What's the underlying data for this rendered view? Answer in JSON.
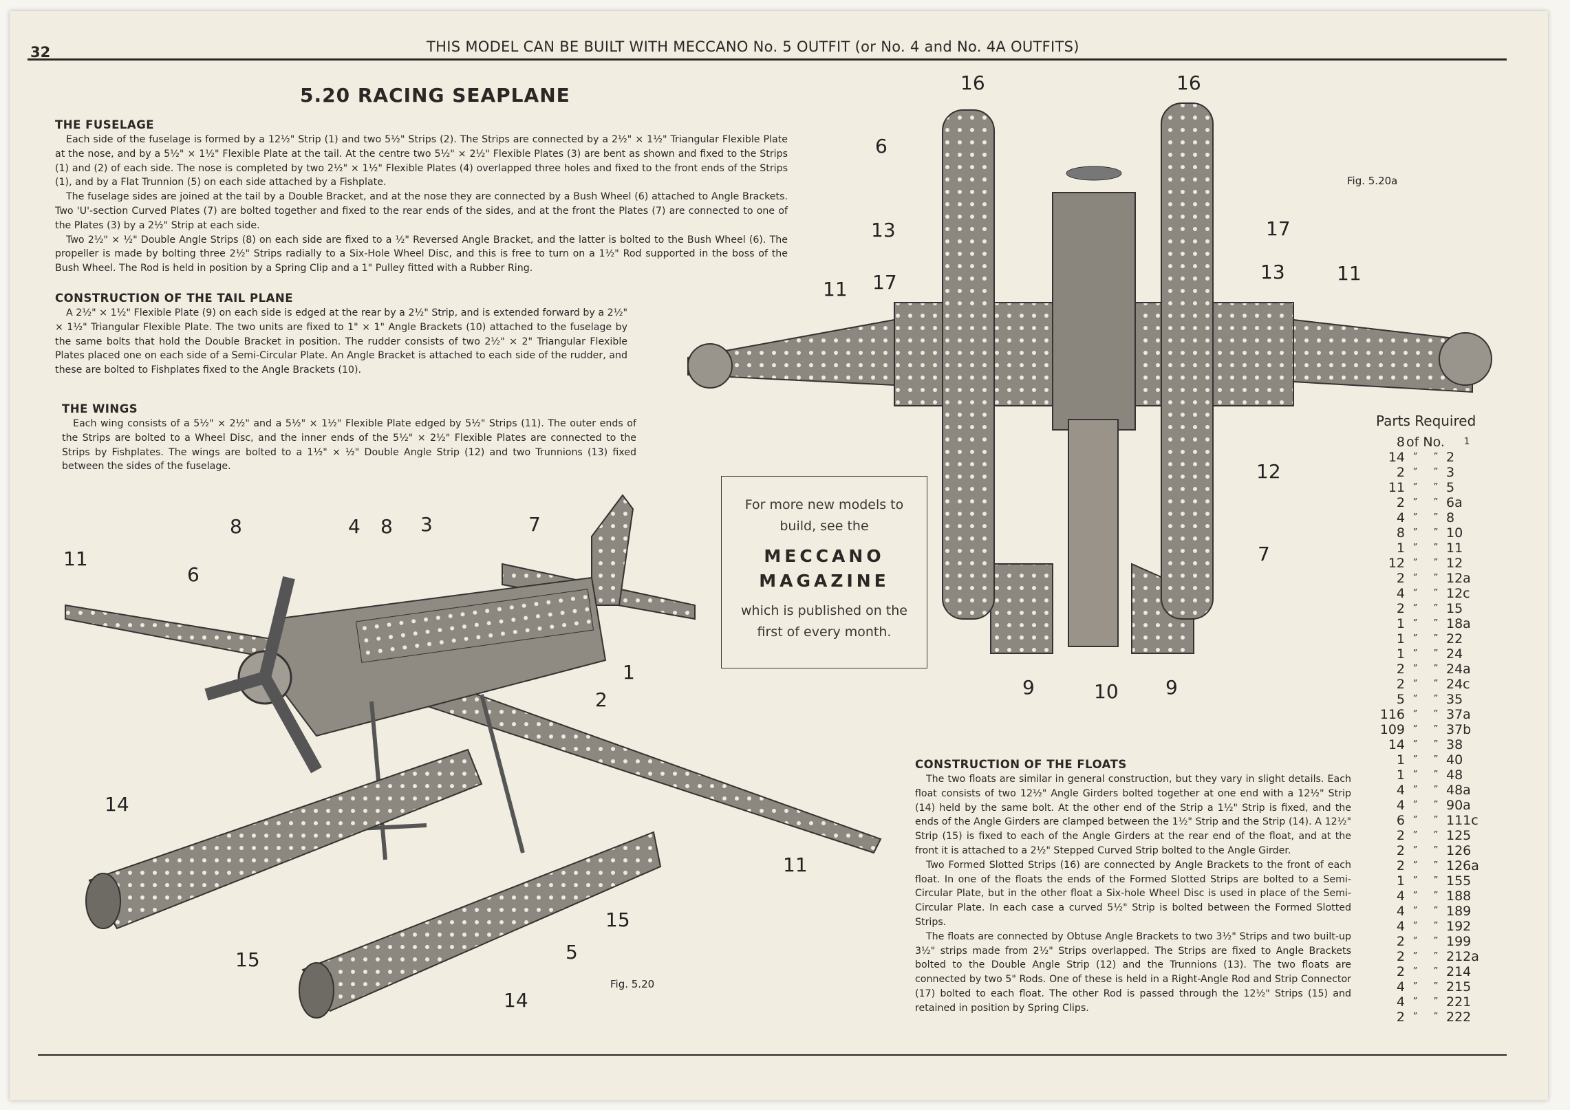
{
  "page_number": "32",
  "header": "THIS MODEL CAN BE BUILT WITH MECCANO No. 5 OUTFIT (or No. 4 and No. 4A OUTFITS)",
  "title": "5.20  RACING SEAPLANE",
  "sections": {
    "fuselage": {
      "heading": "THE FUSELAGE",
      "paragraphs": [
        "Each side of the fuselage is formed by a 12½\" Strip (1) and two 5½\" Strips (2). The Strips are connected by a 2½\" × 1½\" Triangular Flexible Plate at the nose, and by a 5½\" × 1½\" Flexible Plate at the tail. At the centre two 5½\" × 2½\" Flexible Plates (3) are bent as shown and fixed to the Strips (1) and (2) of each side. The nose is completed by two 2½\" × 1½\" Flexible Plates (4) overlapped three holes and fixed to the front ends of the Strips (1), and by a Flat Trunnion (5) on each side attached by a Fishplate.",
        "The fuselage sides are joined at the tail by a Double Bracket, and at the nose they are connected by a Bush Wheel (6) attached to Angle Brackets. Two 'U'-section Curved Plates (7) are bolted together and fixed to the rear ends of the sides, and at the front the Plates (7) are connected to one of the Plates (3) by a 2½\" Strip at each side.",
        "Two 2½\" × ½\" Double Angle Strips (8) on each side are fixed to a ½\" Reversed Angle Bracket, and the latter is bolted to the Bush Wheel (6). The propeller is made by bolting three 2½\" Strips radially to a Six-Hole Wheel Disc, and this is free to turn on a 1½\" Rod supported in the boss of the Bush Wheel. The Rod is held in position by a Spring Clip and a 1\" Pulley fitted with a Rubber Ring."
      ]
    },
    "tail": {
      "heading": "CONSTRUCTION OF THE TAIL PLANE",
      "paragraphs": [
        "A 2½\" × 1½\" Flexible Plate (9) on each side is edged at the rear by a 2½\" Strip, and is extended forward by a 2½\" × 1½\" Triangular Flexible Plate. The two units are fixed to 1\" × 1\" Angle Brackets (10) attached to the fuselage by the same bolts that hold the Double Bracket in position. The rudder consists of two 2½\" × 2\" Triangular Flexible Plates placed one on each side of a Semi-Circular Plate. An Angle Bracket is attached to each side of the rudder, and these are bolted to Fishplates fixed to the Angle Brackets (10)."
      ]
    },
    "wings": {
      "heading": "THE WINGS",
      "paragraphs": [
        "Each wing consists of a 5½\" × 2½\" and a 5½\" × 1½\" Flexible Plate edged by 5½\" Strips (11). The outer ends of the Strips are bolted to a Wheel Disc, and the inner ends of the 5½\" × 2½\" Flexible Plates are connected to the Strips by Fishplates. The wings are bolted to a 1½\" × ½\" Double Angle Strip (12) and two Trunnions (13) fixed between the sides of the fuselage."
      ]
    },
    "floats": {
      "heading": "CONSTRUCTION OF THE FLOATS",
      "paragraphs": [
        "The two floats are similar in general construction, but they vary in slight details. Each float consists of two 12½\" Angle Girders bolted together at one end with a 12½\" Strip (14) held by the same bolt. At the other end of the Strip a 1½\" Strip is fixed, and the ends of the Angle Girders are clamped between the 1½\" Strip and the Strip (14). A 12½\" Strip (15) is fixed to each of the Angle Girders at the rear end of the float, and at the front it is attached to a 2½\" Stepped Curved Strip bolted to the Angle Girder.",
        "Two Formed Slotted Strips (16) are connected by Angle Brackets to the front of each float. In one of the floats the ends of the Formed Slotted Strips are bolted to a Semi-Circular Plate, but in the other float a Six-hole Wheel Disc is used in place of the Semi-Circular Plate. In each case a curved 5½\" Strip is bolted between the Formed Slotted Strips.",
        "The floats are connected by Obtuse Angle Brackets to two 3½\" Strips and two built-up 3½\" strips made from 2½\" Strips overlapped. The Strips are fixed to Angle Brackets bolted to the Double Angle Strip (12) and the Trunnions (13). The two floats are connected by two 5\" Rods. One of these is held in a Right-Angle Rod and Strip Connector (17) bolted to each float. The other Rod is passed through the 12½\" Strips (15) and retained in position by Spring Clips."
      ]
    }
  },
  "promo_box": {
    "line1": "For more new models to",
    "line2": "build, see the",
    "mag1": "MECCANO",
    "mag2": "MAGAZINE",
    "line3": "which is published on the",
    "line4": "first of every month."
  },
  "figures": {
    "perspective": {
      "caption": "Fig. 5.20",
      "labels": [
        "11",
        "6",
        "8",
        "4",
        "8",
        "3",
        "7",
        "1",
        "2",
        "14",
        "11",
        "15",
        "15",
        "5",
        "14"
      ]
    },
    "top_view": {
      "caption": "Fig. 5.20a",
      "labels": [
        "16",
        "16",
        "6",
        "13",
        "17",
        "11",
        "17",
        "13",
        "11",
        "12",
        "7",
        "9",
        "10",
        "9"
      ]
    }
  },
  "parts": {
    "heading": "Parts Required",
    "ditto": "”",
    "first_of": "of No.",
    "rows": [
      [
        "8",
        "1"
      ],
      [
        "14",
        "2"
      ],
      [
        "2",
        "3"
      ],
      [
        "11",
        "5"
      ],
      [
        "2",
        "6a"
      ],
      [
        "4",
        "8"
      ],
      [
        "8",
        "10"
      ],
      [
        "1",
        "11"
      ],
      [
        "12",
        "12"
      ],
      [
        "2",
        "12a"
      ],
      [
        "4",
        "12c"
      ],
      [
        "2",
        "15"
      ],
      [
        "1",
        "18a"
      ],
      [
        "1",
        "22"
      ],
      [
        "1",
        "24"
      ],
      [
        "2",
        "24a"
      ],
      [
        "2",
        "24c"
      ],
      [
        "5",
        "35"
      ],
      [
        "116",
        "37a"
      ],
      [
        "109",
        "37b"
      ],
      [
        "14",
        "38"
      ],
      [
        "1",
        "40"
      ],
      [
        "1",
        "48"
      ],
      [
        "4",
        "48a"
      ],
      [
        "4",
        "90a"
      ],
      [
        "6",
        "111c"
      ],
      [
        "2",
        "125"
      ],
      [
        "2",
        "126"
      ],
      [
        "2",
        "126a"
      ],
      [
        "1",
        "155"
      ],
      [
        "4",
        "188"
      ],
      [
        "4",
        "189"
      ],
      [
        "4",
        "192"
      ],
      [
        "2",
        "199"
      ],
      [
        "2",
        "212a"
      ],
      [
        "2",
        "214"
      ],
      [
        "4",
        "215"
      ],
      [
        "4",
        "221"
      ],
      [
        "2",
        "222"
      ]
    ]
  }
}
